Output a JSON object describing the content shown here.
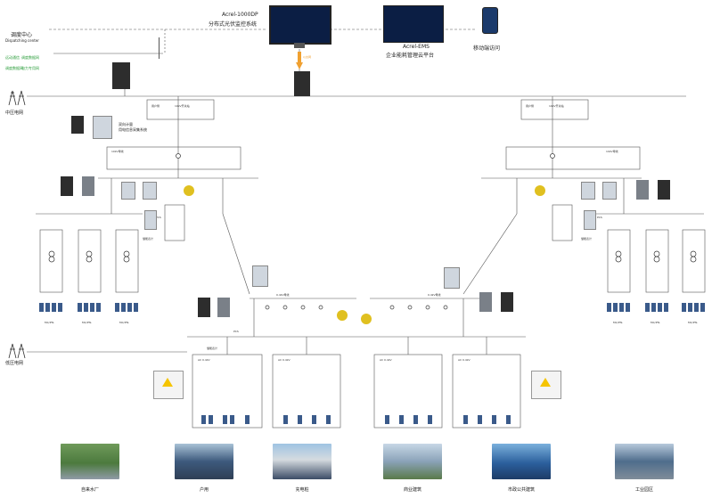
{
  "top": {
    "scada_model": "Acrel-1000DP",
    "scada_name": "分布式光伏监控系统",
    "ems_model": "Acrel-EMS",
    "ems_name": "企业能耗管理云平台",
    "mobile_name": "移动端访问",
    "dispatch_cn": "调度中心",
    "dispatch_en": "Dispatching center",
    "dispatch_links": [
      "远动通信",
      "调度数据网",
      "",
      "调度数据网",
      "电力专用网"
    ],
    "link_label": "以太网"
  },
  "grid": {
    "medium_voltage": "中压电网",
    "low_voltage": "低压电网"
  },
  "left_sub": {
    "meter_label": "双向计量",
    "meter_sub": "用电信息采集系统",
    "user_a": "用户侧",
    "user_b": "10kV开关站",
    "bus_label": "10kV母线",
    "bus2_label": "0.4kV母线",
    "pcs_label": "PCS",
    "meter2_label": "储能表计",
    "tx_labels": [
      "MC/PTs",
      "MC/PTs",
      "MC/PTs"
    ]
  },
  "right_sub": {
    "user_a": "用户侧",
    "user_b": "10kV开关站",
    "bus_label": "10kV母线",
    "bus2_label": "0.4kV母线",
    "pcs_label": "PCS",
    "meter2_label": "储能表计",
    "tx_labels": [
      "MC/PTs",
      "MC/PTs",
      "MC/PTs"
    ]
  },
  "lv": {
    "bus_left": "0.4kV母线",
    "bus_right": "0.4kV母线",
    "pcs": "PCS",
    "meter": "储能表计",
    "box_labels": [
      "AC 0.4kV",
      "AC 0.4kV",
      "AC 0.4kV",
      "AC 0.4kV"
    ]
  },
  "scenes": [
    {
      "name": "自来水厂"
    },
    {
      "name": "户用"
    },
    {
      "name": "充电桩"
    },
    {
      "name": "商业建筑"
    },
    {
      "name": "市政公共建筑"
    },
    {
      "name": "工业园区"
    }
  ],
  "colors": {
    "line": "#444444",
    "screen": "#0b1e44",
    "accent": "#2a9d3a",
    "device": "#2d2d2d"
  }
}
